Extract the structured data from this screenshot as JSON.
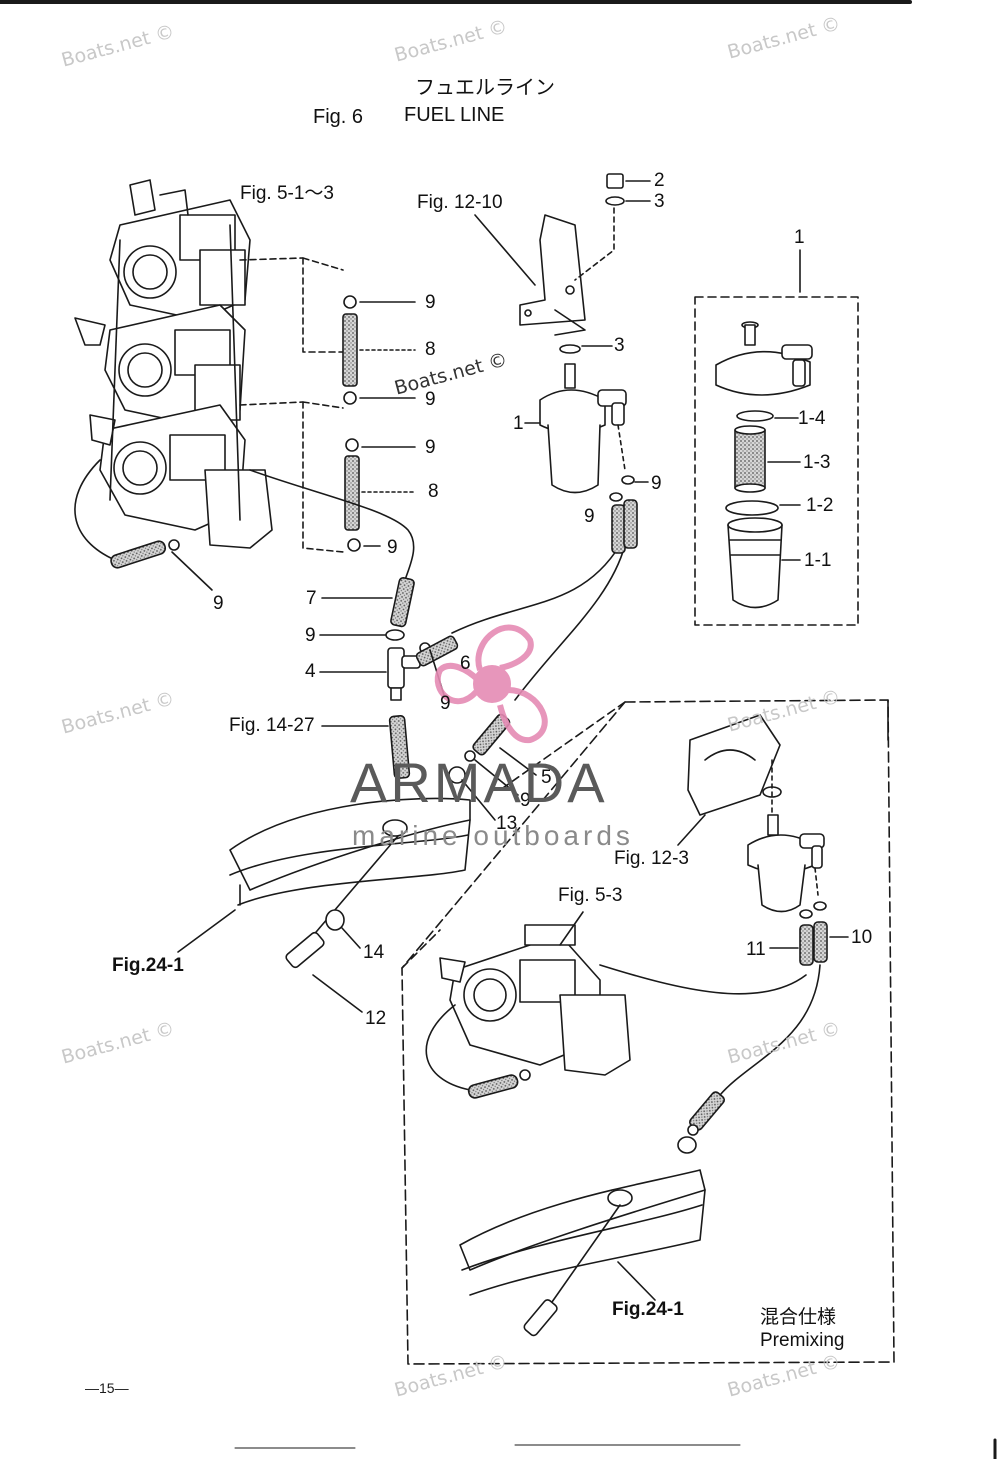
{
  "header": {
    "title_jp": "フュエルライン",
    "fig_no": "Fig. 6",
    "title_en": "FUEL LINE"
  },
  "refs": {
    "carb_main": "Fig. 5-1～3",
    "bracket": "Fig. 12-10",
    "connector": "Fig. 14-27",
    "pan_main": "Fig.24-1",
    "bracket_premix": "Fig. 12-3",
    "carb_premix": "Fig. 5-3",
    "pan_premix": "Fig.24-1"
  },
  "callouts": [
    "1",
    "2",
    "3",
    "3",
    "9",
    "8",
    "9",
    "9",
    "8",
    "9",
    "9",
    "7",
    "9",
    "4",
    "6",
    "9",
    "5",
    "9",
    "13",
    "14",
    "12",
    "9",
    "9",
    "1-4",
    "1-3",
    "1-2",
    "1-1",
    "1",
    "10",
    "11"
  ],
  "premix": {
    "label_jp": "混合仕様",
    "label_en": "Premixing"
  },
  "watermark": {
    "text": "Boats.net ©",
    "brand": "ARMADA",
    "brand_sub": "marine outboards"
  },
  "page_number": "—15—",
  "colors": {
    "line": "#1a1a1a",
    "hose_fill": "#bdbdbd",
    "logo_pink": "#e58bb4",
    "watermark": "#c8c8c8",
    "brand": "#5a5a5a"
  }
}
